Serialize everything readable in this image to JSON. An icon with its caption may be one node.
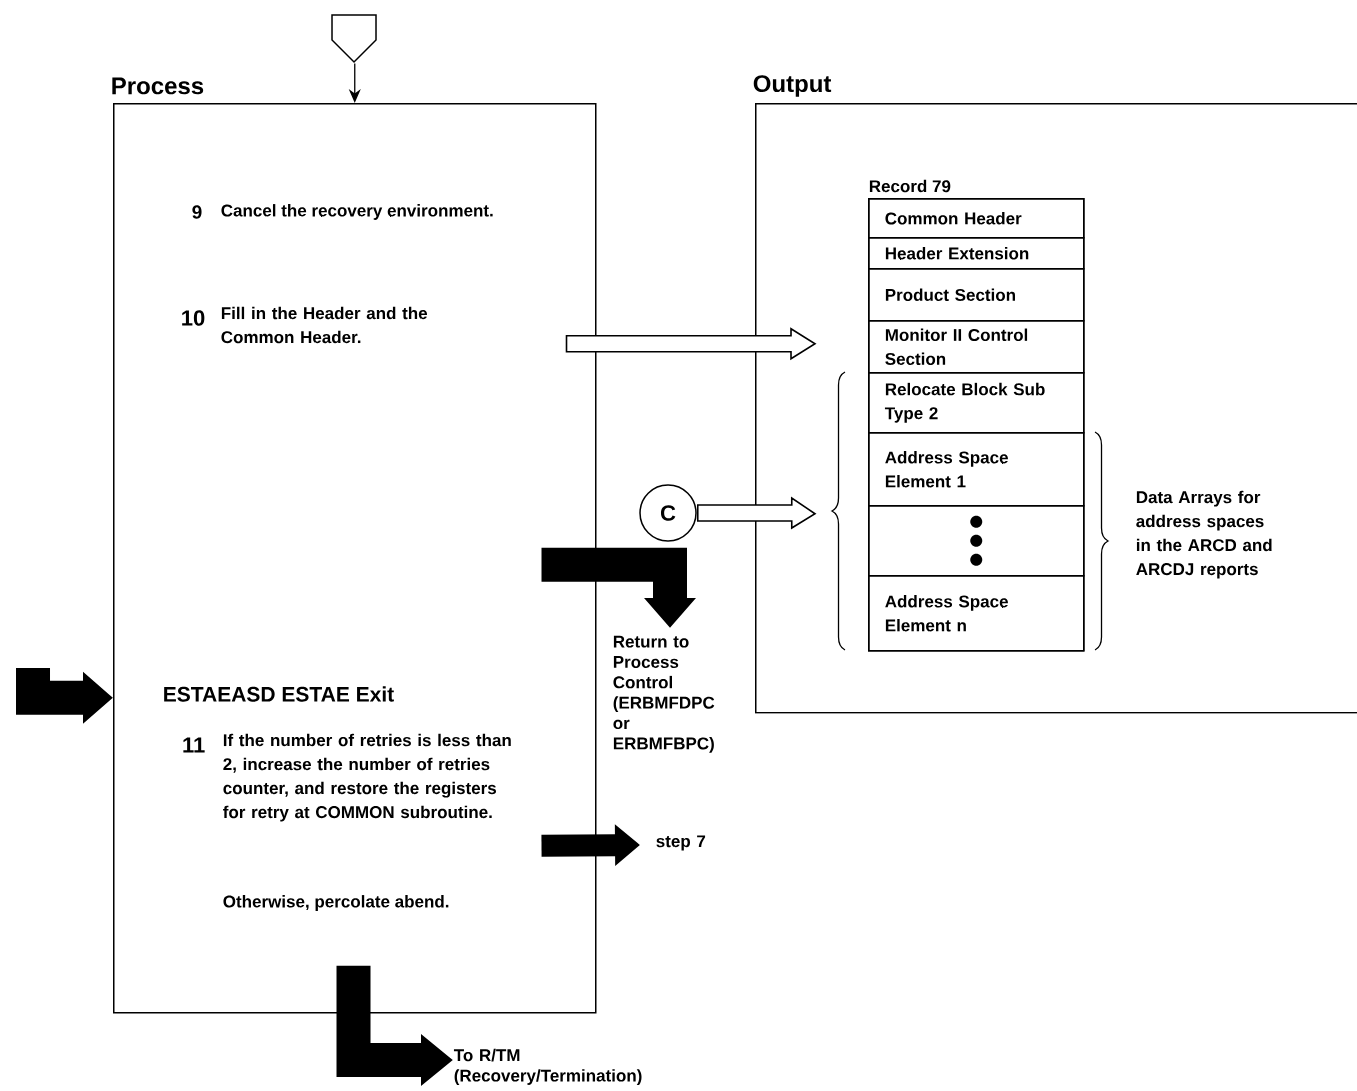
{
  "diagram": {
    "nodes": [
      {
        "text": [
          "Process",
          "9",
          "Cancel the recovery environment.",
          "10",
          "Fill in the Header and the Common Header.",
          "ESTAEASD ESTAE Exit",
          "11",
          "If the number of retries is less than 2, increase the number of retries counter, and restore the registers for retry at COMMON subroutine.",
          "Otherwise, percolate abend."
        ]
      },
      {
        "text": [
          "Output"
        ]
      },
      {
        "text": [
          "Record 79"
        ],
        "in": 1
      },
      {
        "text": [
          "Common Header"
        ],
        "in": 2
      },
      {
        "text": [
          "Header Extension"
        ],
        "in": 2
      },
      {
        "text": [
          "Product Section"
        ],
        "in": 2
      },
      {
        "text": [
          "Monitor II Control Section"
        ],
        "in": 2
      },
      {
        "text": [
          "Relocate Block Sub Type 2"
        ],
        "in": 2
      },
      {
        "text": [
          "Address Space Element 1"
        ],
        "in": 2
      },
      {
        "text": [],
        "shape": "box",
        "in": 2
      },
      {
        "text": [
          "Address Space Element n"
        ],
        "in": 2
      },
      {
        "text": [
          "C"
        ]
      },
      {
        "text": [
          "Return to Process Control (ERBMFDPC or ERBMFBPC)"
        ]
      },
      {
        "text": [
          "step 7"
        ]
      },
      {
        "text": [
          "To R/TM (Recovery/Termination)"
        ]
      },
      {
        "text": [],
        "shape": "pentagon"
      }
    ],
    "edges": [
      {
        "from": 15,
        "to": 0,
        "arrow": "to"
      },
      {
        "from": 0,
        "to": 2,
        "arrow": "to"
      },
      {
        "from": 11,
        "to": 2,
        "arrow": "to"
      },
      {
        "from": 0,
        "to": 12,
        "arrow": "to"
      },
      {
        "from": null,
        "to": 0,
        "arrow": "to"
      },
      {
        "from": 0,
        "to": 13,
        "arrow": "to"
      },
      {
        "from": 0,
        "to": 14,
        "arrow": "to"
      }
    ],
    "labels": [
      "Data Arrays for address spaces in the ARCD and ARCDJ reports"
    ]
  }
}
